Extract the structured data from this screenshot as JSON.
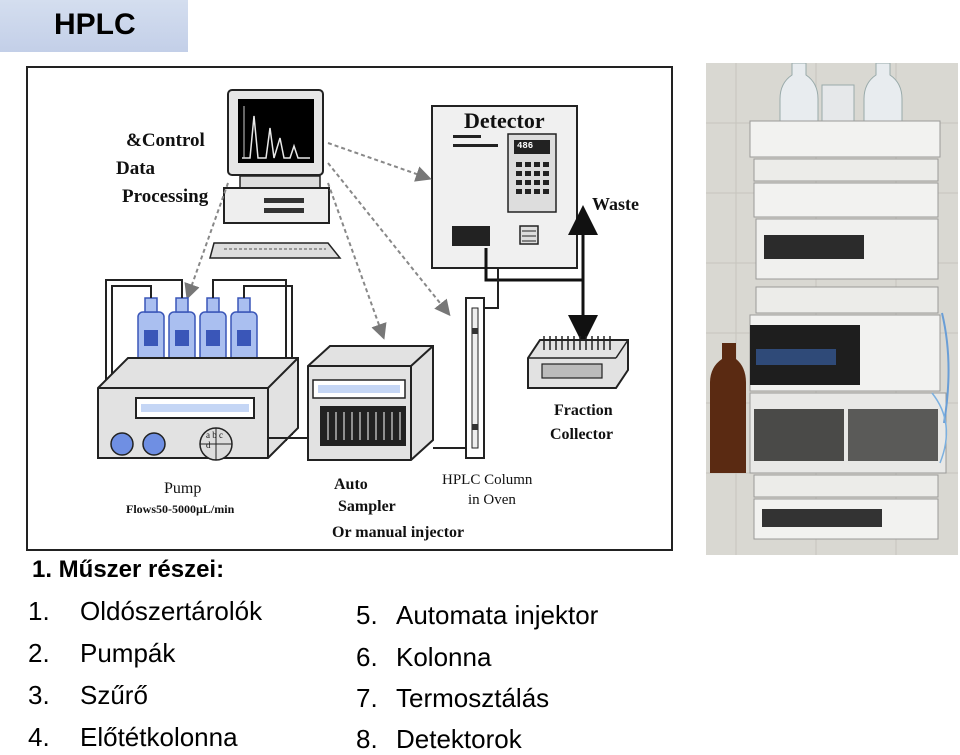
{
  "header": {
    "title": "HPLC"
  },
  "diagram": {
    "labels": {
      "control": "&Control",
      "data": "Data",
      "processing": "Processing",
      "detector": "Detector",
      "detector_display": "486",
      "waste": "Waste",
      "fraction": "Fraction",
      "collector": "Collector",
      "pump": "Pump",
      "flows": "Flows50-5000µL/min",
      "auto": "Auto",
      "sampler": "Sampler",
      "manual": "Or manual injector",
      "column1": "HPLC Column",
      "column2": "in Oven",
      "valve": "a b c d"
    }
  },
  "section": {
    "heading": "1. Műszer részei:"
  },
  "list_left": [
    {
      "num": "1.",
      "text": "Oldószertárolók"
    },
    {
      "num": "2.",
      "text": "Pumpák"
    },
    {
      "num": "3.",
      "text": "Szűrő"
    },
    {
      "num": "4.",
      "text": "Előtétkolonna"
    }
  ],
  "list_right": [
    {
      "num": "5.",
      "text": "Automata injektor"
    },
    {
      "num": "6.",
      "text": "Kolonna"
    },
    {
      "num": "7.",
      "text": "Termosztálás"
    },
    {
      "num": "8.",
      "text": "Detektorok"
    }
  ]
}
